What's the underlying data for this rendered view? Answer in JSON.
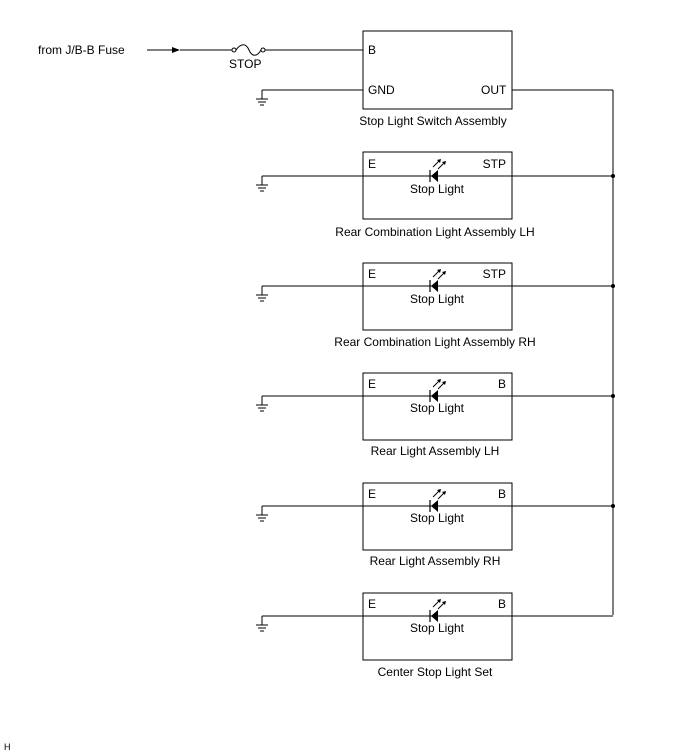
{
  "source_label": "from J/B-B Fuse",
  "fuse_label": "STOP",
  "switch": {
    "name": "Stop Light Switch Assembly",
    "pin_b": "B",
    "pin_gnd": "GND",
    "pin_out": "OUT"
  },
  "lights": [
    {
      "name": "Rear Combination Light Assembly LH",
      "left_pin": "E",
      "right_pin": "STP",
      "inner_label": "Stop Light"
    },
    {
      "name": "Rear Combination Light Assembly RH",
      "left_pin": "E",
      "right_pin": "STP",
      "inner_label": "Stop Light"
    },
    {
      "name": "Rear Light Assembly LH",
      "left_pin": "E",
      "right_pin": "B",
      "inner_label": "Stop Light"
    },
    {
      "name": "Rear Light Assembly RH",
      "left_pin": "E",
      "right_pin": "B",
      "inner_label": "Stop Light"
    },
    {
      "name": "Center Stop Light Set",
      "left_pin": "E",
      "right_pin": "B",
      "inner_label": "Stop Light"
    }
  ],
  "corner_mark": "H"
}
